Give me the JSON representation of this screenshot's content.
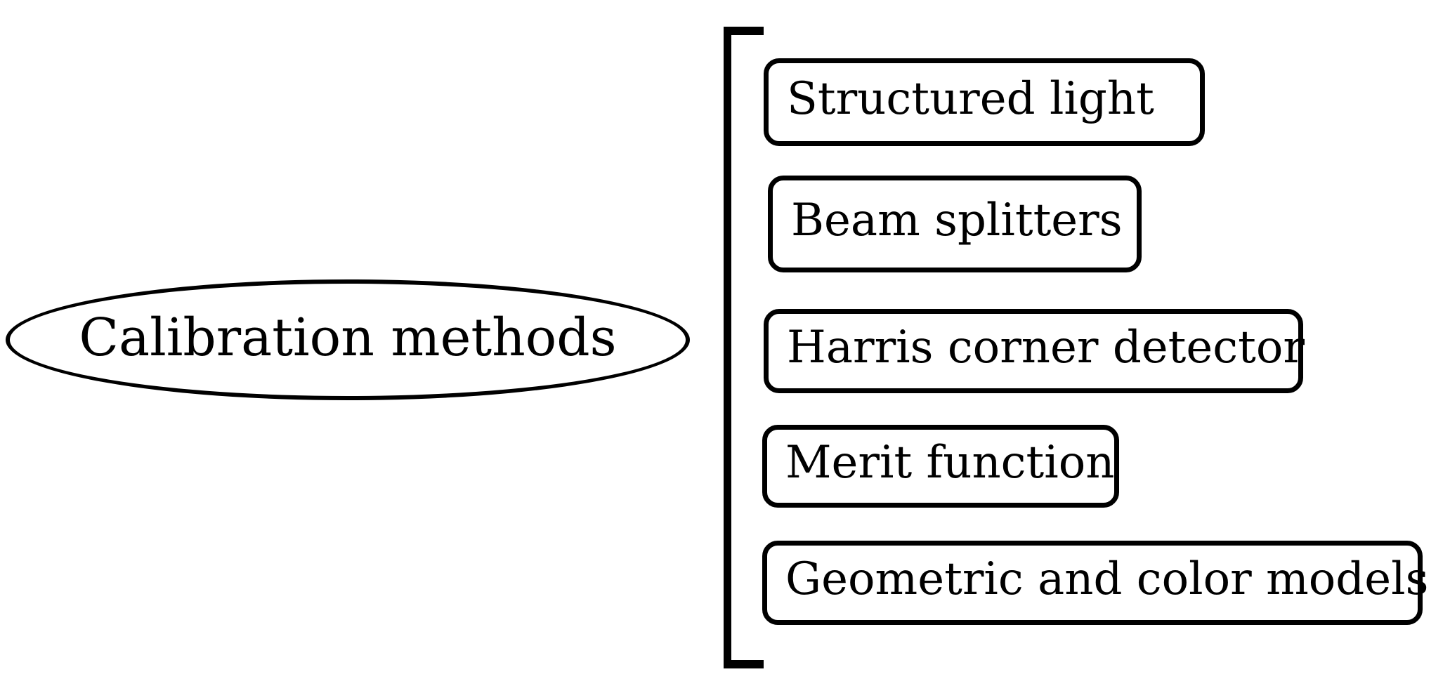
{
  "figure": {
    "root": {
      "label": "Calibration methods",
      "shape": "ellipse"
    },
    "methods": [
      {
        "label": "Structured light"
      },
      {
        "label": "Beam splitters"
      },
      {
        "label": "Harris corner detector"
      },
      {
        "label": "Merit function"
      },
      {
        "label": "Geometric and color models"
      }
    ],
    "connector": "left-square-bracket",
    "colors": {
      "stroke": "#000000",
      "text": "#000000",
      "background": "#ffffff"
    }
  }
}
